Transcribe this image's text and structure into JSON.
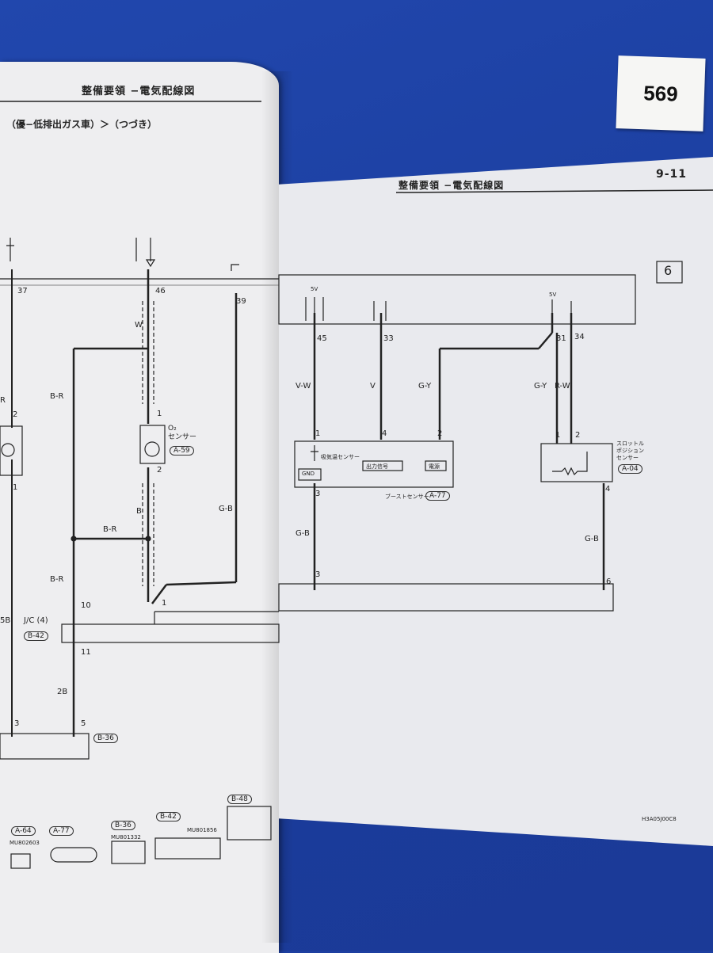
{
  "sticker_number": "569",
  "left_page": {
    "title": "整備要領 −電気配線図",
    "subtitle": "（優−低排出ガス車）＞（つづき）",
    "pins": [
      "37",
      "46",
      "39",
      "2",
      "1",
      "1",
      "2",
      "10",
      "11",
      "3",
      "5",
      "1"
    ],
    "wire_labels": [
      "R",
      "W",
      "B-R",
      "B-R",
      "B",
      "B-R",
      "G-B",
      "2B",
      "5B"
    ],
    "o2_label": "O₂\nセンサー",
    "o2_code": "A-59",
    "jc_label": "J/C (4)",
    "jc_code": "B-42",
    "conn_b36": "B-36",
    "connectors": [
      "A-64",
      "A-77",
      "B-36",
      "B-42",
      "B-48"
    ],
    "part_numbers": [
      "MU802603",
      "MU801332",
      "MU801856"
    ]
  },
  "right_page": {
    "title": "整備要領 −電気配線図",
    "page_number": "9-11",
    "section_number": "6",
    "pins": [
      "45",
      "33",
      "31",
      "34",
      "1",
      "4",
      "2",
      "1",
      "2",
      "3",
      "4",
      "3",
      "6"
    ],
    "wire_labels": [
      "V-W",
      "V",
      "G-Y",
      "G-Y",
      "R-W",
      "G-B",
      "G-B"
    ],
    "voltage_labels": [
      "5V",
      "5V"
    ],
    "boost_sensor": {
      "label": "ブーストセンサー",
      "code": "A-77",
      "intake_temp": "吸気温センサー",
      "output": "出力信号",
      "power": "電源",
      "gnd": "GND"
    },
    "throttle_sensor": {
      "label": "スロットル\nポジション\nセンサー",
      "code": "A-04"
    },
    "footer_code": "H3A05J00C8"
  }
}
